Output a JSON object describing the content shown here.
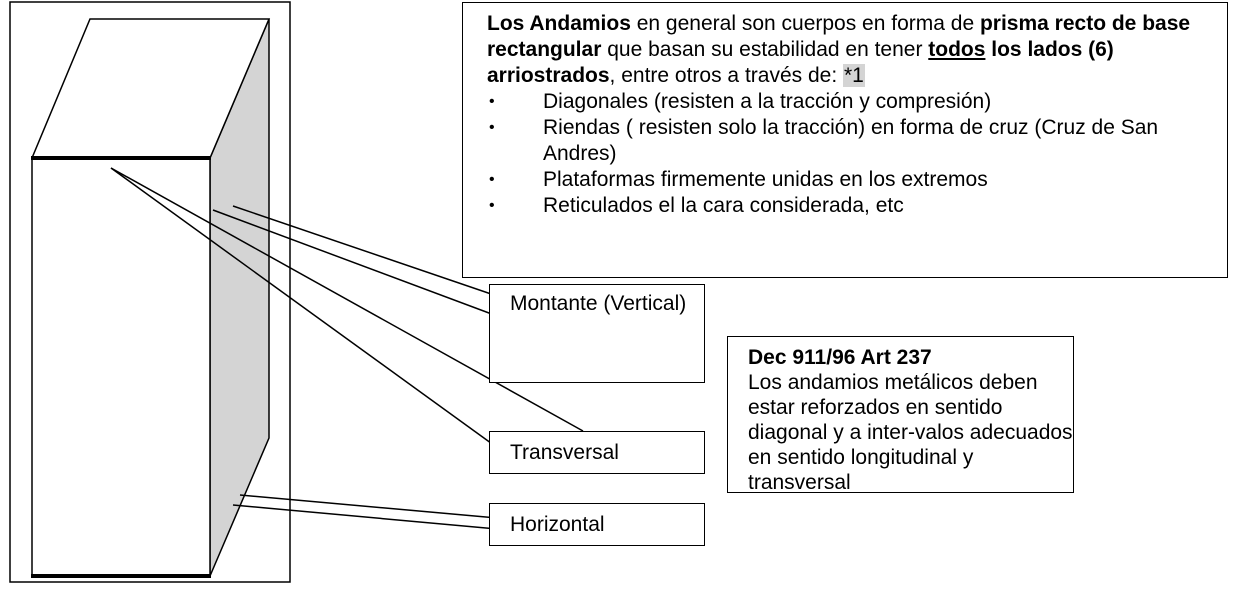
{
  "info": {
    "intro_1_bold": "Los Andamios",
    "intro_2": " en general son cuerpos en forma de ",
    "intro_3_bold": "prisma recto de base rectangular",
    "intro_4": "  que basan su estabilidad en tener ",
    "intro_5_bold_underline": "todos",
    "intro_6_bold": " los lados (6) arriostrados",
    "intro_7": ", entre otros  a través de: ",
    "note_marker": "*1",
    "bullet_symbol": "•",
    "items": [
      "Diagonales (resisten a la tracción y compresión)",
      "Riendas ( resisten solo  la tracción) en forma de cruz (Cruz de San Andres)",
      "Plataformas firmemente unidas en los extremos",
      "Reticulados el la cara considerada, etc"
    ]
  },
  "labels": {
    "montante": "Montante (Vertical)",
    "transversal": "Transversal",
    "horizontal": "Horizontal"
  },
  "decree": {
    "title": "Dec 911/96 Art 237",
    "body": "Los andamios metálicos deben estar reforzados en sentido diagonal y a inter-valos adecuados en sentido longitudinal y transversal"
  },
  "colors": {
    "side_face": "#d4d4d4",
    "stroke": "#000000",
    "highlight": "#d4d4d4"
  }
}
